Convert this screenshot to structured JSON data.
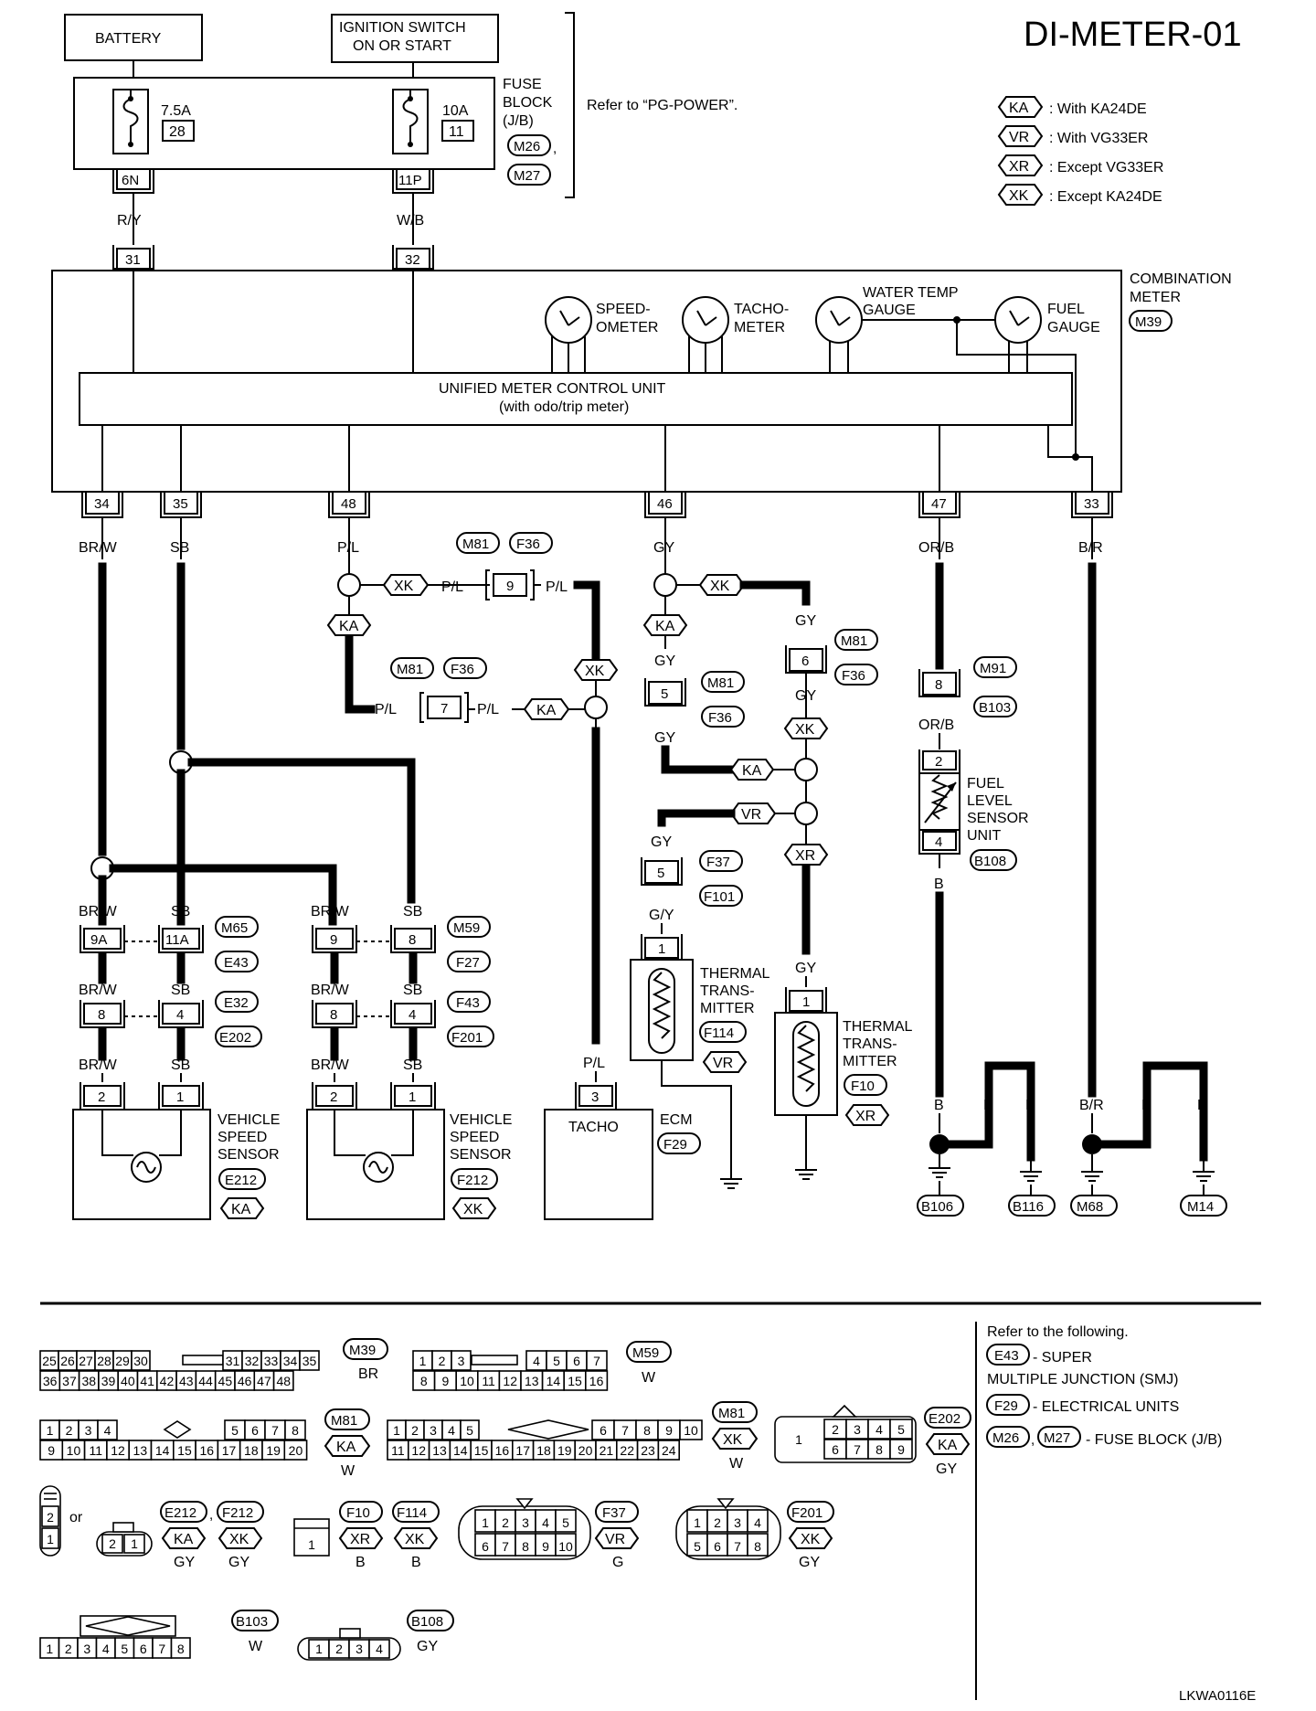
{
  "diagram_id": "DI-METER-01",
  "figure_code": "LKWA0116E",
  "power": {
    "battery": "BATTERY",
    "ignition_line1": "IGNITION SWITCH",
    "ignition_line2": "ON OR START",
    "fuse_block_line1": "FUSE",
    "fuse_block_line2": "BLOCK",
    "fuse_block_line3": "(J/B)",
    "fuse_block_conn1": "M26",
    "fuse_block_conn1_suffix": ",",
    "fuse_block_conn2": "M27",
    "refer_power": "Refer to “PG-POWER”.",
    "fuse_a_rating": "7.5A",
    "fuse_a_number": "28",
    "fuse_b_rating": "10A",
    "fuse_b_number": "11",
    "fuse_a_terminal": "6N",
    "fuse_b_terminal": "11P",
    "wire_a": "R/Y",
    "wire_b": "W/B"
  },
  "legend": [
    {
      "code": "KA",
      "text": ": With KA24DE"
    },
    {
      "code": "VR",
      "text": ": With VG33ER"
    },
    {
      "code": "XR",
      "text": ": Except VG33ER"
    },
    {
      "code": "XK",
      "text": ": Except KA24DE"
    }
  ],
  "meter": {
    "label_line1": "COMBINATION",
    "label_line2": "METER",
    "connector": "M39",
    "unit_line1": "UNIFIED METER CONTROL UNIT",
    "unit_line2": "(with odo/trip meter)",
    "gauges": [
      {
        "line1": "SPEED-",
        "line2": "OMETER"
      },
      {
        "line1": "TACHO-",
        "line2": "METER"
      },
      {
        "line1": "WATER TEMP",
        "line2": "GAUGE"
      },
      {
        "line1": "FUEL",
        "line2": "GAUGE"
      }
    ],
    "top_terminals": [
      "31",
      "32"
    ],
    "bottom_terminals": [
      "34",
      "35",
      "48",
      "46",
      "47",
      "33"
    ],
    "bottom_wires": [
      "BR/W",
      "SB",
      "P/L",
      "GY",
      "OR/B",
      "B/R"
    ]
  },
  "tacho_circuit": {
    "wire": "P/L",
    "conn_m81": "M81",
    "conn_f36": "F36",
    "term_9": "9",
    "term_7": "7",
    "code_xk": "XK",
    "code_ka": "KA",
    "ecm_terminal": "3",
    "ecm_label": "TACHO",
    "ecm_name": "ECM",
    "ecm_conn": "F29"
  },
  "water_circuit": {
    "wire": "GY",
    "wire_gy_2": "G/Y",
    "term_6": "6",
    "term_5": "5",
    "term_5b": "5",
    "conn_m81": "M81",
    "conn_f36": "F36",
    "conn_f37": "F37",
    "conn_f101": "F101",
    "code_xk": "XK",
    "code_ka": "KA",
    "code_vr": "VR",
    "code_xr": "XR",
    "tt1_terminal": "1",
    "tt1_line1": "THERMAL",
    "tt1_line2": "TRANS-",
    "tt1_line3": "MITTER",
    "tt1_conn": "F114",
    "tt1_code": "VR",
    "tt2_terminal": "1",
    "tt2_line1": "THERMAL",
    "tt2_line2": "TRANS-",
    "tt2_line3": "MITTER",
    "tt2_conn": "F10",
    "tt2_code": "XR"
  },
  "fuel_circuit": {
    "wire_orb": "OR/B",
    "term_8": "8",
    "conn_m91": "M91",
    "conn_b103": "B103",
    "sensor_term_top": "2",
    "sensor_term_bottom": "4",
    "sensor_line1": "FUEL",
    "sensor_line2": "LEVEL",
    "sensor_line3": "SENSOR",
    "sensor_line4": "UNIT",
    "sensor_conn": "B108",
    "wire_b": "B",
    "wire_br": "B/R",
    "grounds": [
      "B106",
      "B116",
      "M68",
      "M14"
    ]
  },
  "vss_circuit": {
    "wire_brw": "BR/W",
    "wire_sb": "SB",
    "ka_terms_top": [
      "9A",
      "11A"
    ],
    "ka_terms_mid": [
      "8",
      "4"
    ],
    "xk_terms_top": [
      "9",
      "8"
    ],
    "xk_terms_mid": [
      "8",
      "4"
    ],
    "sensor_terms": [
      "2",
      "1"
    ],
    "ka_conns": [
      "M65",
      "E43",
      "E32",
      "E202"
    ],
    "xk_conns": [
      "M59",
      "F27",
      "F43",
      "F201"
    ],
    "sensor_line1": "VEHICLE",
    "sensor_line2": "SPEED",
    "sensor_line3": "SENSOR",
    "ka_sensor_conn": "E212",
    "xk_sensor_conn": "F212",
    "ka_code": "KA",
    "xk_code": "XK"
  },
  "connector_views": {
    "m39": {
      "row1": [
        "25",
        "26",
        "27",
        "28",
        "29",
        "30",
        "31",
        "32",
        "33",
        "34",
        "35"
      ],
      "row2": [
        "36",
        "37",
        "38",
        "39",
        "40",
        "41",
        "42",
        "43",
        "44",
        "45",
        "46",
        "47",
        "48"
      ],
      "id": "M39",
      "color": "BR"
    },
    "m59": {
      "row1": [
        "1",
        "2",
        "3",
        "4",
        "5",
        "6",
        "7"
      ],
      "row2": [
        "8",
        "9",
        "10",
        "11",
        "12",
        "13",
        "14",
        "15",
        "16"
      ],
      "id": "M59",
      "color": "W"
    },
    "m81ka": {
      "row1": [
        "1",
        "2",
        "3",
        "4",
        "5",
        "6",
        "7",
        "8"
      ],
      "row2": [
        "9",
        "10",
        "11",
        "12",
        "13",
        "14",
        "15",
        "16",
        "17",
        "18",
        "19",
        "20"
      ],
      "id": "M81",
      "code": "KA",
      "color": "W"
    },
    "m81xk": {
      "row1": [
        "1",
        "2",
        "3",
        "4",
        "5",
        "6",
        "7",
        "8",
        "9",
        "10"
      ],
      "row2": [
        "11",
        "12",
        "13",
        "14",
        "15",
        "16",
        "17",
        "18",
        "19",
        "20",
        "21",
        "22",
        "23",
        "24"
      ],
      "id": "M81",
      "code": "XK",
      "color": "W"
    },
    "e202": {
      "big": "1",
      "row1": [
        "2",
        "3",
        "4",
        "5"
      ],
      "row2": [
        "6",
        "7",
        "8",
        "9"
      ],
      "id": "E202",
      "code": "KA",
      "color": "GY"
    },
    "vss": {
      "vertical": [
        "2",
        "1"
      ],
      "or": "or",
      "horizontal": [
        "2",
        "1"
      ],
      "id1": "E212",
      "id1_suffix": ",",
      "id2": "F212",
      "code1": "KA",
      "code2": "XK",
      "color1": "GY",
      "color2": "GY"
    },
    "f10": {
      "cell": "1",
      "id1": "F10",
      "id2": "F114",
      "code1": "XR",
      "code2": "XK",
      "color1": "B",
      "color2": "B"
    },
    "f37": {
      "row1": [
        "1",
        "2",
        "3",
        "4",
        "5"
      ],
      "row2": [
        "6",
        "7",
        "8",
        "9",
        "10"
      ],
      "id": "F37",
      "code": "VR",
      "color": "G"
    },
    "f201": {
      "row1": [
        "1",
        "2",
        "3",
        "4"
      ],
      "row2": [
        "5",
        "6",
        "7",
        "8"
      ],
      "id": "F201",
      "code": "XK",
      "color": "GY"
    },
    "b103": {
      "row": [
        "1",
        "2",
        "3",
        "4",
        "5",
        "6",
        "7",
        "8"
      ],
      "id": "B103",
      "color": "W"
    },
    "b108": {
      "row": [
        "1",
        "2",
        "3",
        "4"
      ],
      "id": "B108",
      "color": "GY"
    }
  },
  "refer": {
    "heading": "Refer to the following.",
    "items": [
      {
        "conn": "E43",
        "text_line1": " - SUPER",
        "text_line2": "MULTIPLE JUNCTION (SMJ)"
      },
      {
        "conn": "F29",
        "text_line1": " - ELECTRICAL UNITS"
      },
      {
        "conn": "M26",
        "conn2": "M27",
        "sep": ",",
        "text_line1": " - FUSE BLOCK (J/B)"
      }
    ]
  }
}
